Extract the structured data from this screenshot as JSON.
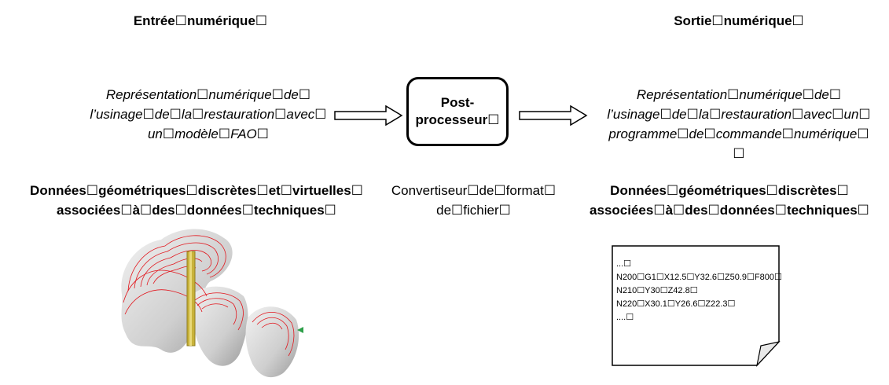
{
  "input": {
    "title": "Entrée☐numérique☐",
    "description": [
      "Représentation☐numérique☐de☐",
      "l’usinage☐de☐la☐restauration☐avec☐",
      "un☐modèle☐FAO☐"
    ],
    "data_label": [
      "Données☐géométriques☐discrètes☐et☐virtuelles☐",
      "associées☐à☐des☐données☐techniques☐"
    ]
  },
  "processor": {
    "label": [
      "Post-",
      "processeur☐"
    ],
    "subtitle": [
      "Convertiseur☐de☐format☐",
      "de☐fichier☐"
    ]
  },
  "output": {
    "title": "Sortie☐numérique☐",
    "description": [
      "Représentation☐numérique☐de☐",
      "l’usinage☐de☐la☐restauration☐avec☐un☐",
      "programme☐de☐commande☐numérique☐",
      "☐"
    ],
    "data_label": [
      "Données☐géométriques☐discrètes☐",
      "associées☐à☐des☐données☐techniques☐"
    ],
    "gcode": [
      "...☐",
      "N200☐G1☐X12.5☐Y32.6☐Z50.9☐F800☐",
      "N210☐Y30☐Z42.8☐",
      "N220☐X30.1☐Y26.6☐Z22.3☐",
      "....☐"
    ]
  },
  "colors": {
    "toolpath": "#e2151c",
    "tool": "#c8b23a",
    "model": "#d8d8d8"
  }
}
